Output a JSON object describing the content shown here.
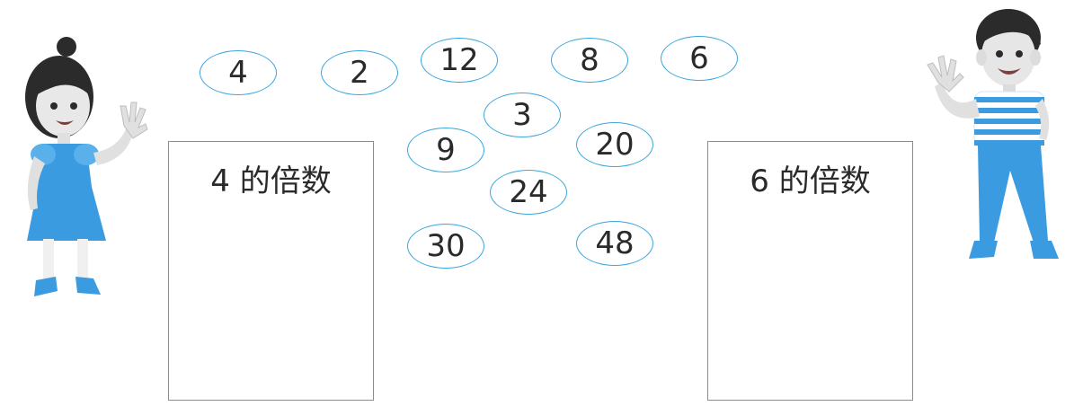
{
  "numbers": [
    "4",
    "2",
    "12",
    "8",
    "6",
    "3",
    "9",
    "20",
    "24",
    "30",
    "48"
  ],
  "boxes": {
    "left": {
      "title": "4 的倍数"
    },
    "right": {
      "title": "6 的倍数"
    }
  },
  "colors": {
    "accent": "#3aa7dd",
    "dress": "#3b9be0",
    "shirt_stripe": "#3b9be0",
    "text": "#2a2a2a"
  },
  "figures": [
    "girl-icon",
    "boy-icon"
  ]
}
